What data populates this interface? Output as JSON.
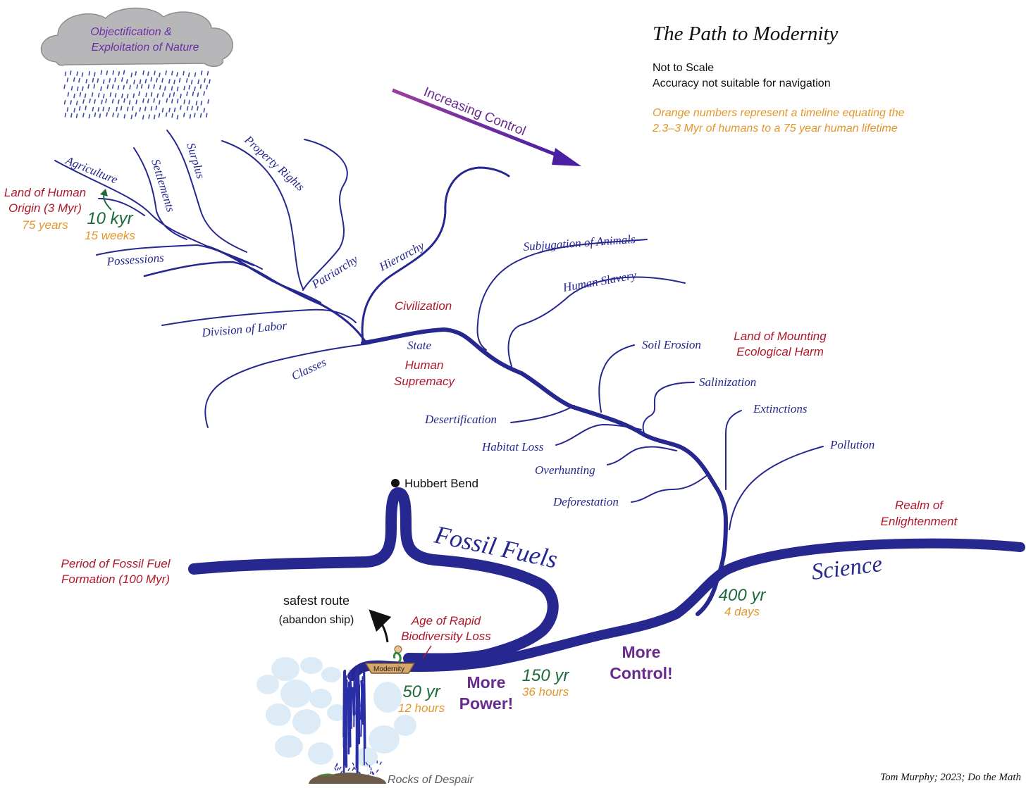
{
  "header": {
    "title": "The Path to Modernity",
    "note1": "Not to Scale",
    "note2": "Accuracy not suitable for navigation",
    "timeline_note1": "Orange numbers represent a timeline equating the",
    "timeline_note2": "2.3–3 Myr of humans to a 75 year human lifetime"
  },
  "cloud": {
    "line1": "Objectification &",
    "line2": "Exploitation of Nature"
  },
  "arrow": {
    "label": "Increasing Control"
  },
  "tributaries": {
    "agriculture": "Agriculture",
    "settlements": "Settlements",
    "surplus": "Surplus",
    "property_rights": "Property Rights",
    "possessions": "Possessions",
    "patriarchy": "Patriarchy",
    "hierarchy": "Hierarchy",
    "division_of_labor": "Division of Labor",
    "classes": "Classes",
    "state": "State",
    "subjugation_of_animals": "Subjugation of Animals",
    "human_slavery": "Human Slavery",
    "soil_erosion": "Soil Erosion",
    "salinization": "Salinization",
    "extinctions": "Extinctions",
    "pollution": "Pollution",
    "desertification": "Desertification",
    "habitat_loss": "Habitat Loss",
    "overhunting": "Overhunting",
    "deforestation": "Deforestation"
  },
  "regions": {
    "origin1": "Land of Human",
    "origin2": "Origin (3 Myr)",
    "civilization": "Civilization",
    "supremacy1": "Human",
    "supremacy2": "Supremacy",
    "harm1": "Land of Mounting",
    "harm2": "Ecological Harm",
    "enlight1": "Realm of",
    "enlight2": "Enlightenment",
    "fossil_period1": "Period of Fossil Fuel",
    "fossil_period2": "Formation (100 Myr)",
    "biodiv1": "Age of Rapid",
    "biodiv2": "Biodiversity Loss"
  },
  "timeline": {
    "origin_years": "75 years",
    "ag_kyr": "10 kyr",
    "ag_weeks": "15 weeks",
    "sci_yr": "400 yr",
    "sci_days": "4 days",
    "ind_yr": "150 yr",
    "ind_hours": "36 hours",
    "mod_yr": "50 yr",
    "mod_hours": "12 hours"
  },
  "rivers": {
    "fossil_fuels": "Fossil Fuels",
    "science": "Science",
    "hubbert": "Hubbert Bend"
  },
  "slogans": {
    "more_power1": "More",
    "more_power2": "Power!",
    "more_control1": "More",
    "more_control2": "Control!"
  },
  "boat": {
    "label": "Modernity"
  },
  "safest": {
    "line1": "safest route",
    "line2": "(abandon ship)"
  },
  "rocks": "Rocks of Despair",
  "credit": "Tom Murphy; 2023; Do the Math",
  "colors": {
    "river": "#26288f",
    "region_red": "#b0182a",
    "timeline_orange": "#e3962b",
    "timeline_green": "#1d6b3b",
    "slogan_purple": "#6a2b8f",
    "cloud_gray": "#b7b7b9",
    "cloud_text": "#6b2fa3"
  }
}
